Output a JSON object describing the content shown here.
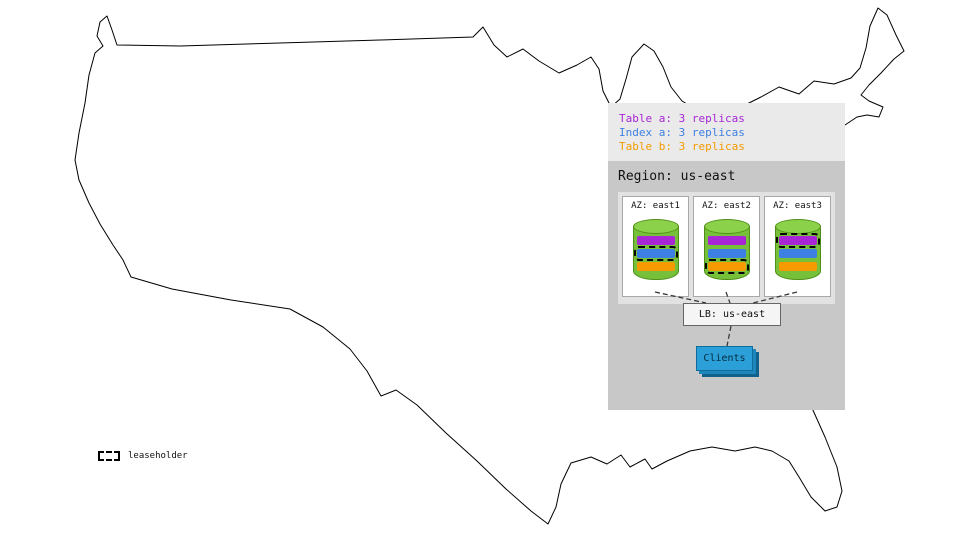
{
  "legend": {
    "items": [
      {
        "label": "Table a: 3 replicas",
        "color": "#a826d6"
      },
      {
        "label": "Index a: 3 replicas",
        "color": "#3d7fe3"
      },
      {
        "label": "Table b: 3 replicas",
        "color": "#f59b00"
      }
    ]
  },
  "region": {
    "title": "Region: us-east",
    "lb_label": "LB: us-east",
    "clients_label": "Clients",
    "azs": [
      {
        "label": "AZ: east1",
        "replicas": [
          {
            "name": "table-a",
            "color": "#a826d6",
            "leaseholder": false
          },
          {
            "name": "index-a",
            "color": "#3d7fe3",
            "leaseholder": true
          },
          {
            "name": "table-b",
            "color": "#f59b00",
            "leaseholder": false
          }
        ]
      },
      {
        "label": "AZ: east2",
        "replicas": [
          {
            "name": "table-a",
            "color": "#a826d6",
            "leaseholder": false
          },
          {
            "name": "index-a",
            "color": "#3d7fe3",
            "leaseholder": false
          },
          {
            "name": "table-b",
            "color": "#f59b00",
            "leaseholder": true
          }
        ]
      },
      {
        "label": "AZ: east3",
        "replicas": [
          {
            "name": "table-a",
            "color": "#a826d6",
            "leaseholder": true
          },
          {
            "name": "index-a",
            "color": "#3d7fe3",
            "leaseholder": false
          },
          {
            "name": "table-b",
            "color": "#f59b00",
            "leaseholder": false
          }
        ]
      }
    ]
  },
  "map_legend": {
    "label": "leaseholder"
  },
  "colors": {
    "table_a": "#a826d6",
    "index_a": "#3d7fe3",
    "table_b": "#f59b00",
    "cylinder_body": "#77c13a",
    "cylinder_top": "#8bd24a",
    "clients_fill": "#2ba0d8",
    "legend_panel_bg": "#eaeaea",
    "region_panel_bg": "#c8c8c8",
    "az_area_bg": "#e2e2e2"
  }
}
